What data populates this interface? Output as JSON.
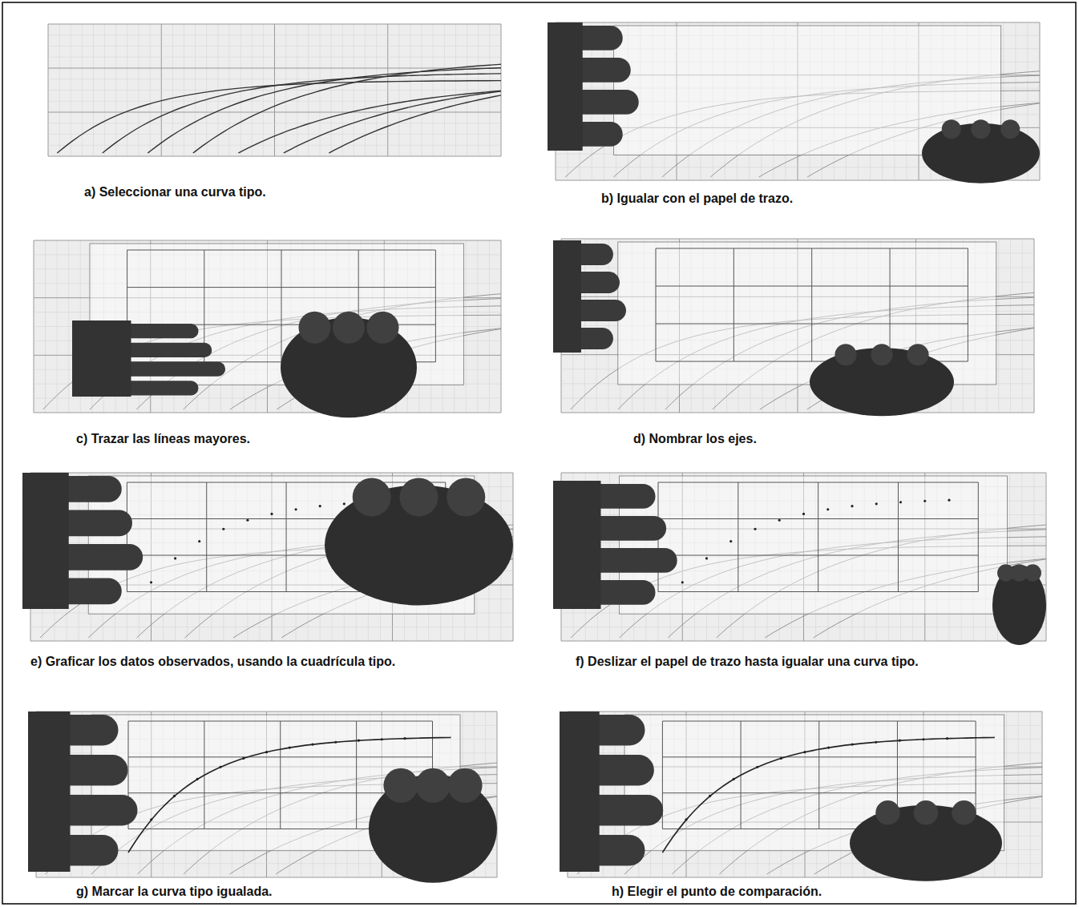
{
  "diagram": {
    "nodes": [
      {
        "text": [
          "a)  Seleccionar una curva tipo."
        ]
      },
      {
        "text": [
          "b)  Igualar con el papel de trazo."
        ]
      },
      {
        "text": [
          "c)  Trazar las líneas mayores."
        ]
      },
      {
        "text": [
          "d)  Nombrar los ejes."
        ]
      },
      {
        "text": [
          "e)  Graficar los datos observados, usando la cuadrícula tipo."
        ]
      },
      {
        "text": [
          "f)  Deslizar el papel de trazo hasta igualar una curva tipo."
        ]
      },
      {
        "text": [
          "g)  Marcar la curva tipo igualada."
        ]
      },
      {
        "text": [
          "h)  Elegir el punto de comparación."
        ]
      }
    ]
  }
}
